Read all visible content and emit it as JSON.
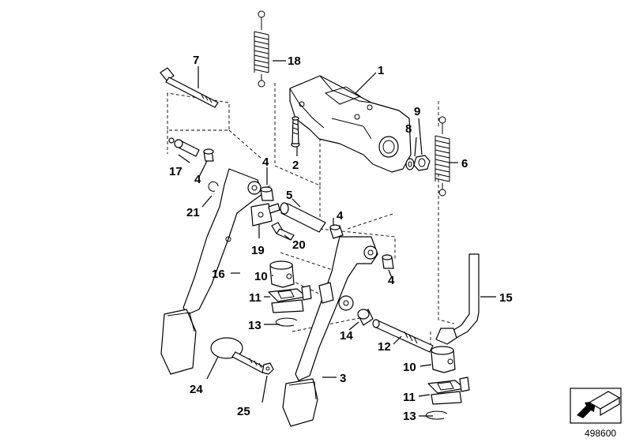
{
  "diagram": {
    "callouts": [
      {
        "id": "c1",
        "label": "1"
      },
      {
        "id": "c2",
        "label": "2"
      },
      {
        "id": "c3",
        "label": "3"
      },
      {
        "id": "c4a",
        "label": "4"
      },
      {
        "id": "c4b",
        "label": "4"
      },
      {
        "id": "c4c",
        "label": "4"
      },
      {
        "id": "c4d",
        "label": "4"
      },
      {
        "id": "c5",
        "label": "5"
      },
      {
        "id": "c6",
        "label": "6"
      },
      {
        "id": "c7",
        "label": "7"
      },
      {
        "id": "c8",
        "label": "8"
      },
      {
        "id": "c9",
        "label": "9"
      },
      {
        "id": "c10a",
        "label": "10"
      },
      {
        "id": "c10b",
        "label": "10"
      },
      {
        "id": "c11a",
        "label": "11"
      },
      {
        "id": "c11b",
        "label": "11"
      },
      {
        "id": "c12",
        "label": "12"
      },
      {
        "id": "c13a",
        "label": "13"
      },
      {
        "id": "c13b",
        "label": "13"
      },
      {
        "id": "c14",
        "label": "14"
      },
      {
        "id": "c15",
        "label": "15"
      },
      {
        "id": "c16",
        "label": "16"
      },
      {
        "id": "c17",
        "label": "17"
      },
      {
        "id": "c18",
        "label": "18"
      },
      {
        "id": "c19",
        "label": "19"
      },
      {
        "id": "c20",
        "label": "20"
      },
      {
        "id": "c21",
        "label": "21"
      },
      {
        "id": "c24",
        "label": "24"
      },
      {
        "id": "c25",
        "label": "25"
      }
    ],
    "reference_number": "498600",
    "icon": "direction-arrow-icon"
  }
}
